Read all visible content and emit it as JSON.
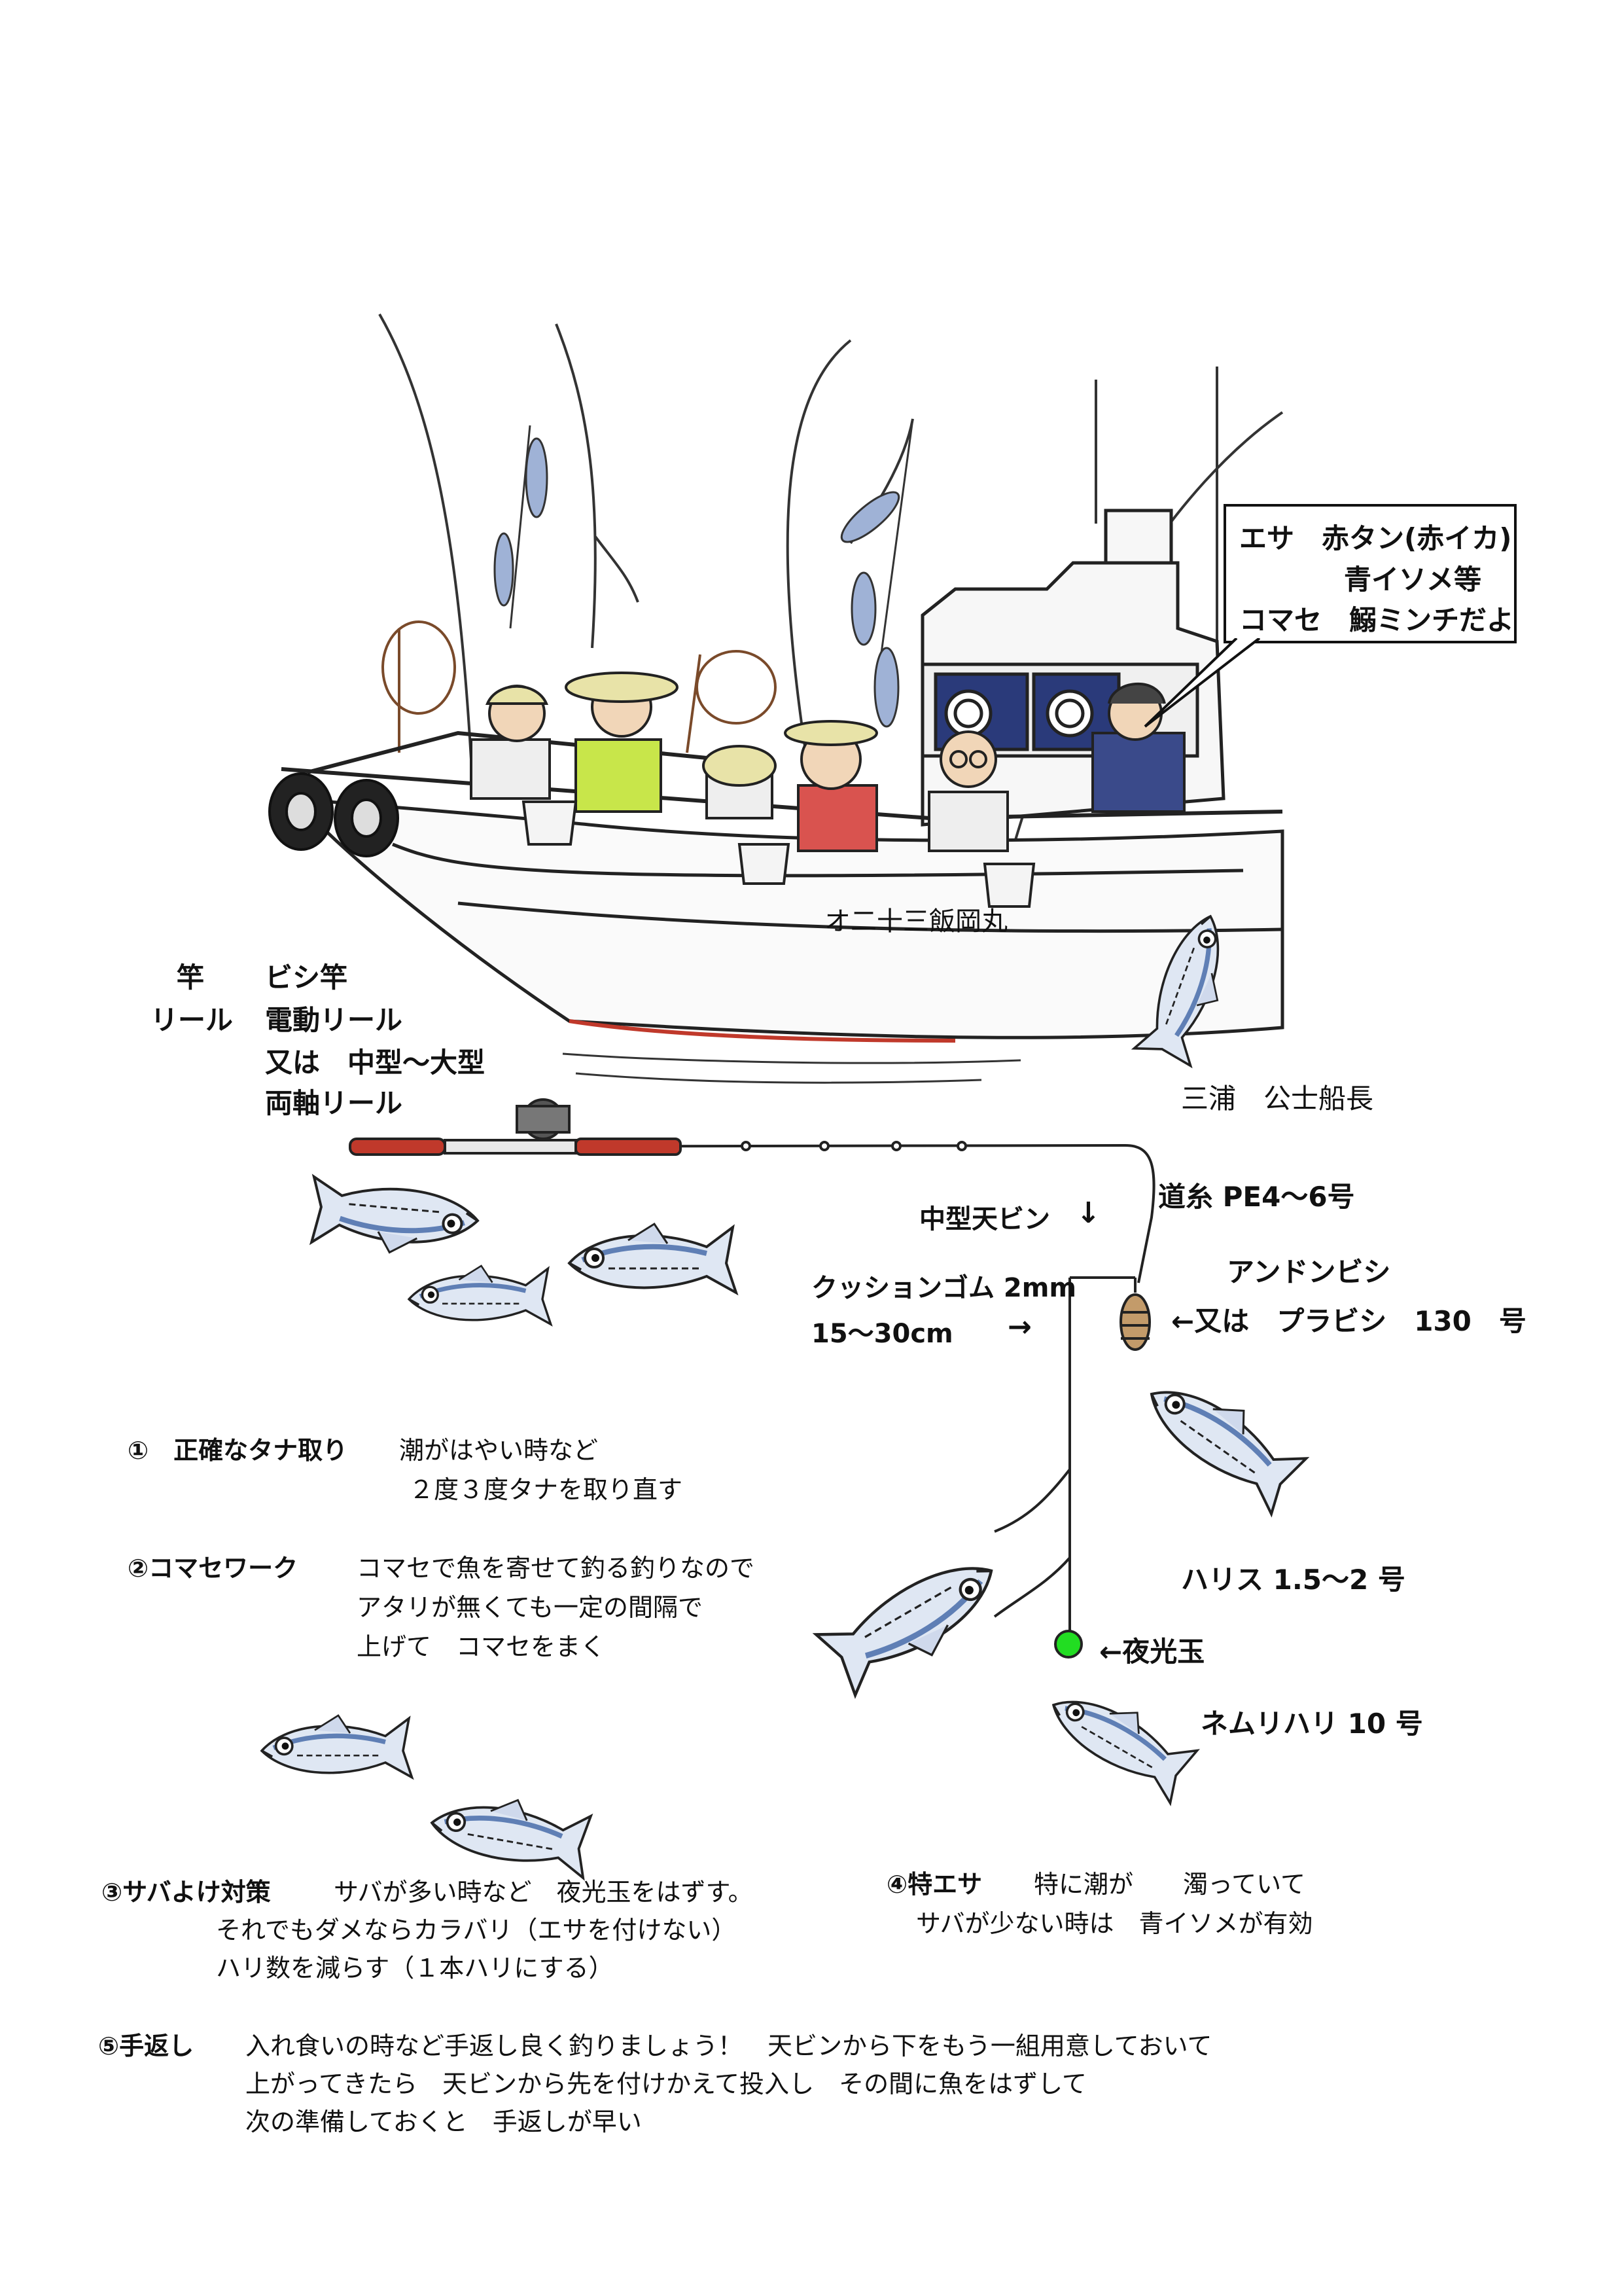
{
  "speech_bubble": {
    "line1": "エサ　赤タン(赤イカ)",
    "line2": "青イソメ等",
    "line3": "コマセ　鰯ミンチだよ"
  },
  "boat_name": "オ二十三飯岡丸",
  "tackle": {
    "rod_label": "竿",
    "rod_value": "ビシ竿",
    "reel_label": "リール",
    "reel_value_1": "電動リール",
    "reel_value_2": "又は　中型～大型",
    "reel_value_3": "両軸リール"
  },
  "captain": "三浦　公士船長",
  "rig": {
    "main_line": "道糸 PE4～6号",
    "tenbin": "中型天ビン",
    "tenbin_arrow": "↓",
    "cushion_1": "クッションゴム 2mm",
    "cushion_2": "15～30cm",
    "cushion_arrow": "→",
    "sinker_1": "アンドンビシ",
    "sinker_2": "←又は　プラビシ　130　号",
    "harris": "ハリス 1.5～2 号",
    "glow_bead": "←夜光玉",
    "hook": "ネムリハリ 10 号"
  },
  "tips": {
    "t1_title": "①　正確なタナ取り",
    "t1_line1": "潮がはやい時など",
    "t1_line2": "２度３度タナを取り直す",
    "t2_title": "②コマセワーク",
    "t2_line1": "コマセで魚を寄せて釣る釣りなので",
    "t2_line2": "アタリが無くても一定の間隔で",
    "t2_line3": "上げて　コマセをまく",
    "t3_title": "③サバよけ対策",
    "t3_line1": "サバが多い時など　夜光玉をはずす。",
    "t3_line2": "それでもダメならカラバリ（エサを付けない）",
    "t3_line3": "ハリ数を減らす（１本ハリにする）",
    "t4_title": "④特エサ",
    "t4_line1": "特に潮が　　濁っていて",
    "t4_line2": "サバが少ない時は　青イソメが有効",
    "t5_title": "⑤手返し",
    "t5_line1": "入れ食いの時など手返し良く釣りましょう！　天ビンから下をもう一組用意しておいて",
    "t5_line2": "上がってきたら　天ビンから先を付けかえて投入し　その間に魚をはずして",
    "t5_line3": "次の準備しておくと　手返しが早い"
  },
  "colors": {
    "glow_bead": "#22dd22",
    "shirt_green": "#c8e64a",
    "shirt_red": "#d9534f",
    "rod_red": "#c0392b",
    "fish_blue": "#8fa6cc"
  }
}
